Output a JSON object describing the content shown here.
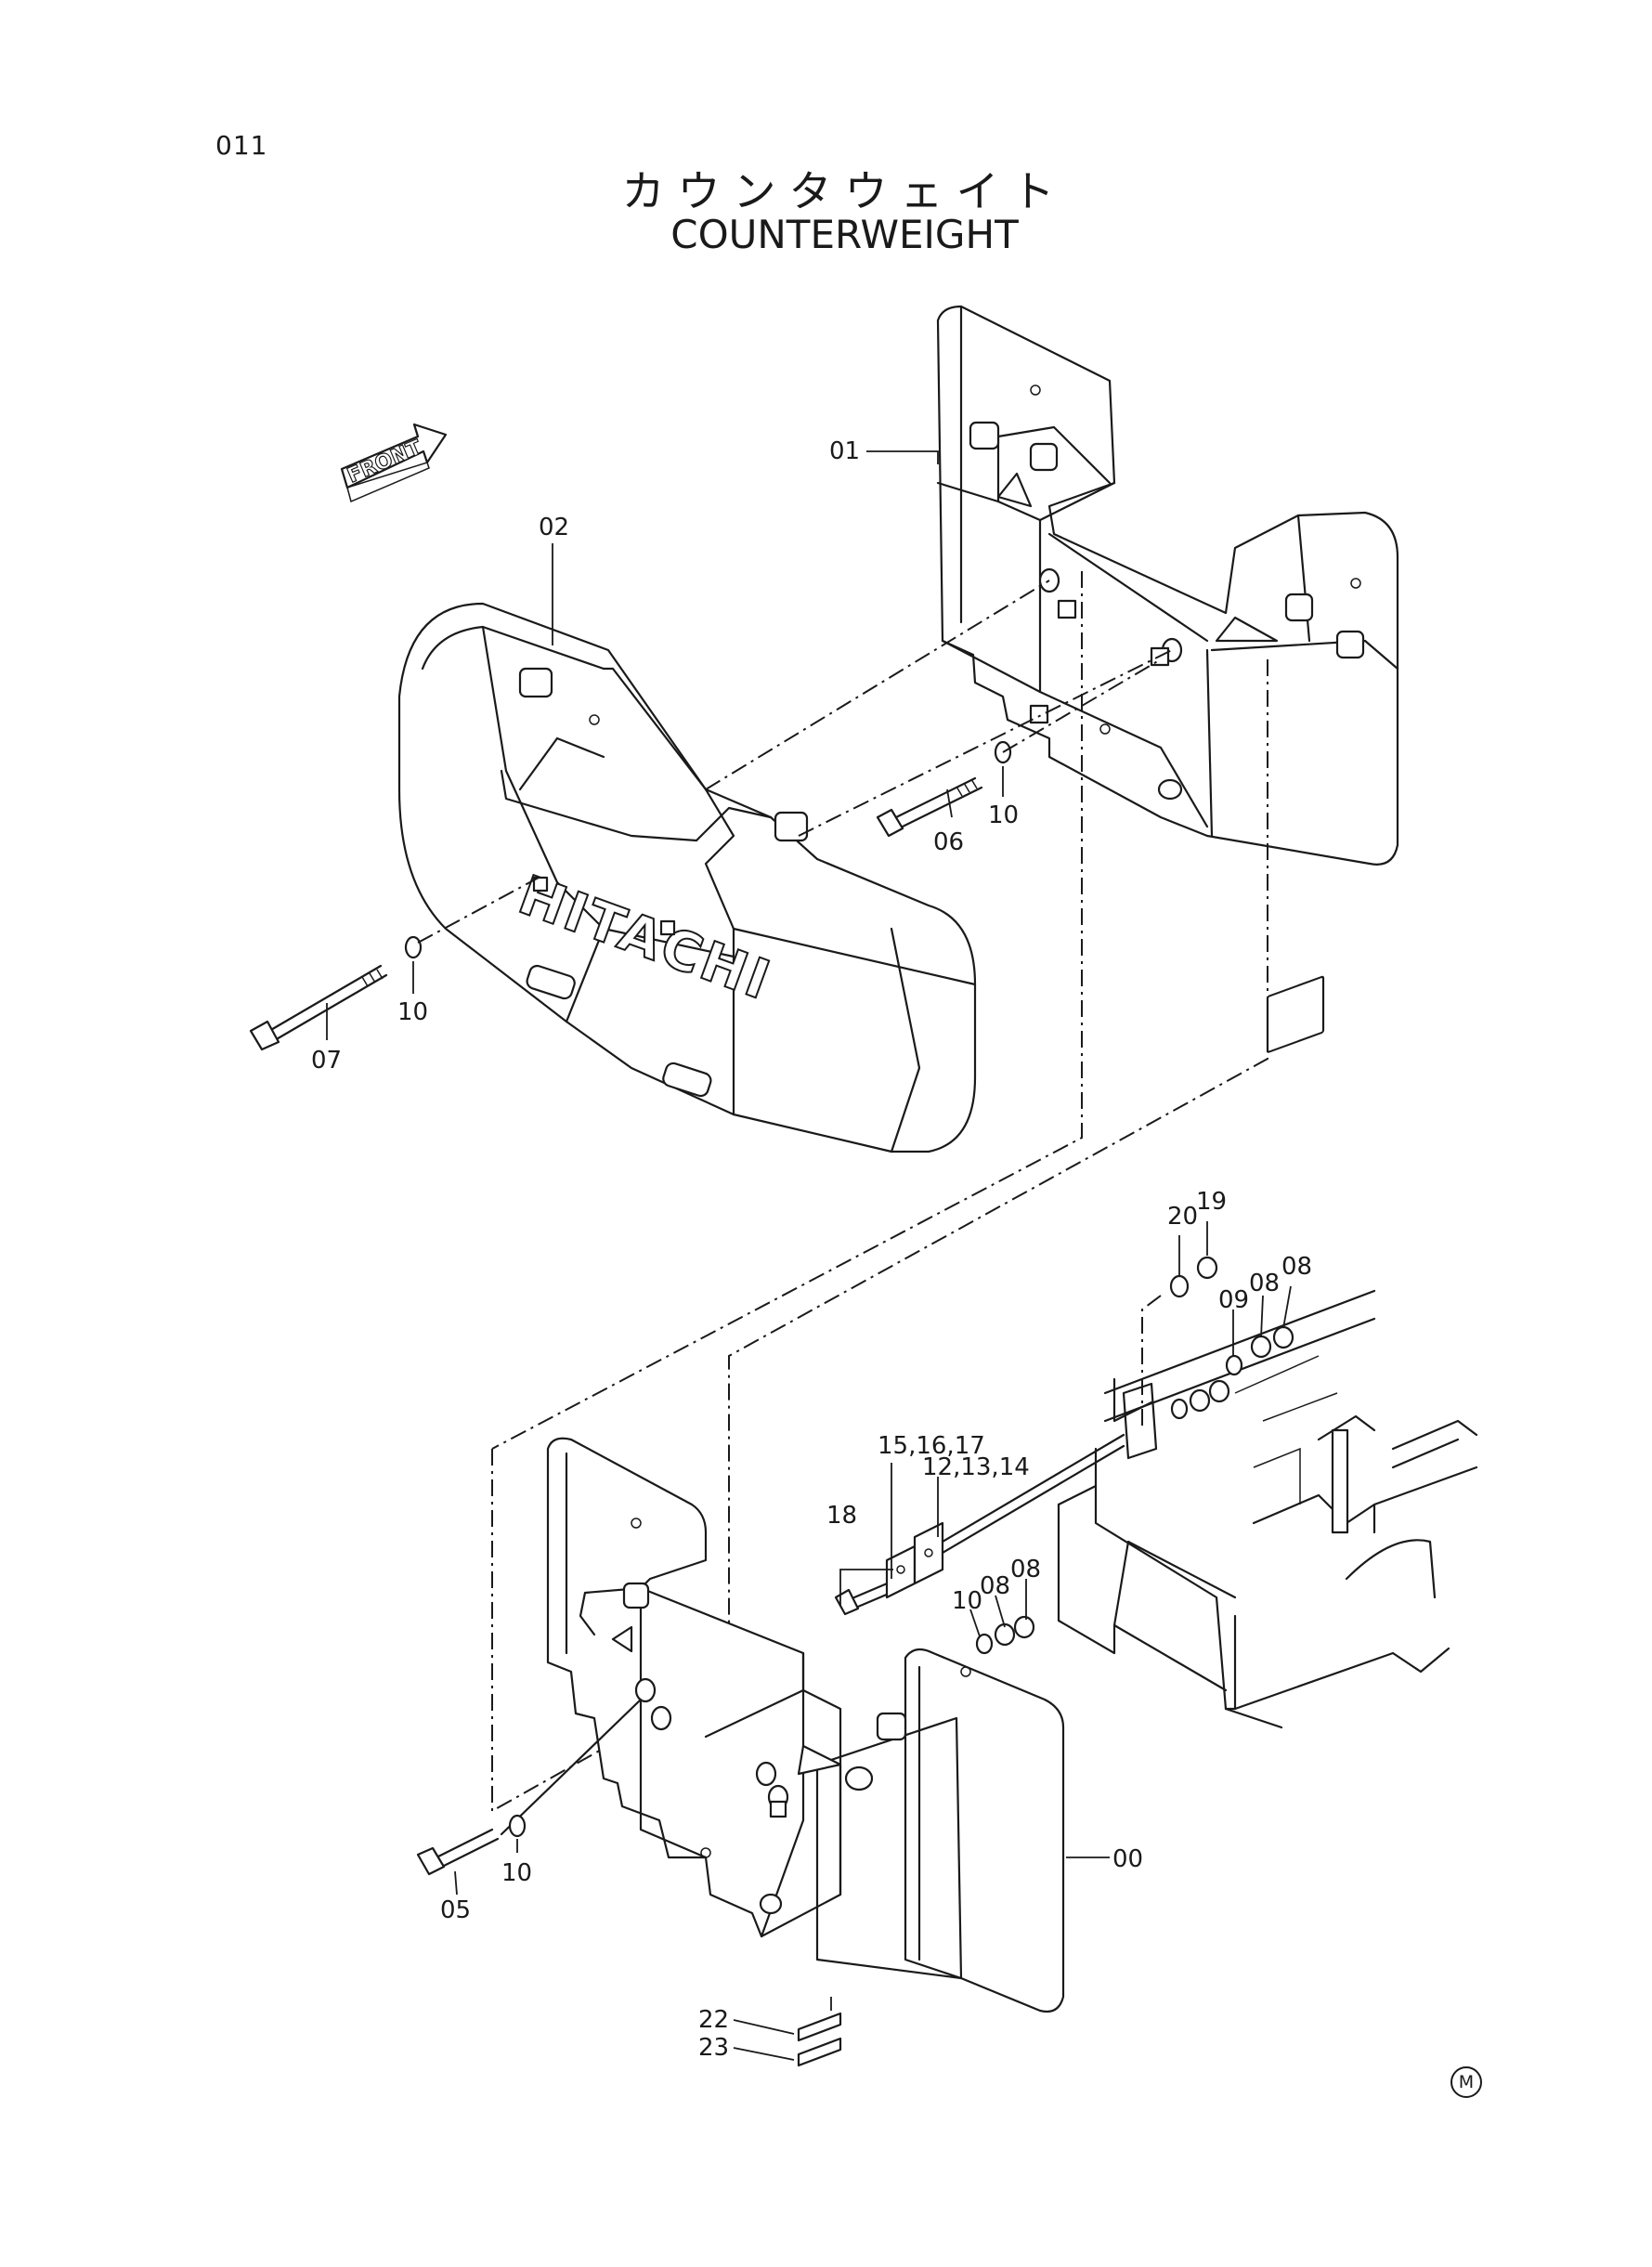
{
  "page_code": "011",
  "title_ja": "カウンタウェイト",
  "title_en": "COUNTERWEIGHT",
  "direction_label": "FRONT",
  "brand_text": "HITACHI",
  "callouts": {
    "c00": "00",
    "c01": "01",
    "c02": "02",
    "c05": "05",
    "c06": "06",
    "c07": "07",
    "c08a": "08",
    "c08b": "08",
    "c08c": "08",
    "c08d": "08",
    "c09": "09",
    "c10a": "10",
    "c10b": "10",
    "c10c": "10",
    "c10d": "10",
    "c12": "12,13,14",
    "c15": "15,16,17",
    "c18": "18",
    "c19": "19",
    "c20": "20",
    "c22": "22",
    "c23": "23"
  },
  "corner_mark": "M"
}
